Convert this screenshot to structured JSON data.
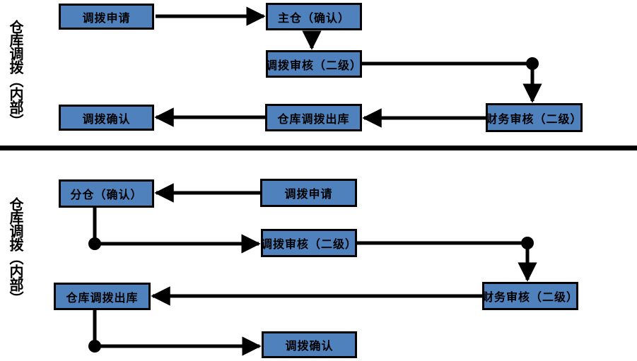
{
  "colors": {
    "node_fill": "#4f81bd",
    "node_border": "#000000",
    "connector": "#000000",
    "background": "#ffffff"
  },
  "sections": {
    "top": {
      "lane_label": "仓库调拨（内部）",
      "nodes": {
        "transfer_request": "调拨申请",
        "main_warehouse_confirm": "主仓（确认）",
        "transfer_review_l2": "调拨审核（二级）",
        "finance_review_l2": "财务审核（二级）",
        "warehouse_transfer_outbound": "仓库调拨出库",
        "transfer_confirm": "调拨确认"
      }
    },
    "bottom": {
      "lane_label": "仓库调拨（内部）",
      "nodes": {
        "transfer_request": "调拨申请",
        "branch_warehouse_confirm": "分仓（确认）",
        "transfer_review_l2": "调拨审核（二级）",
        "finance_review_l2": "财务审核（二级）",
        "warehouse_transfer_outbound": "仓库调拨出库",
        "transfer_confirm": "调拨确认"
      }
    }
  }
}
